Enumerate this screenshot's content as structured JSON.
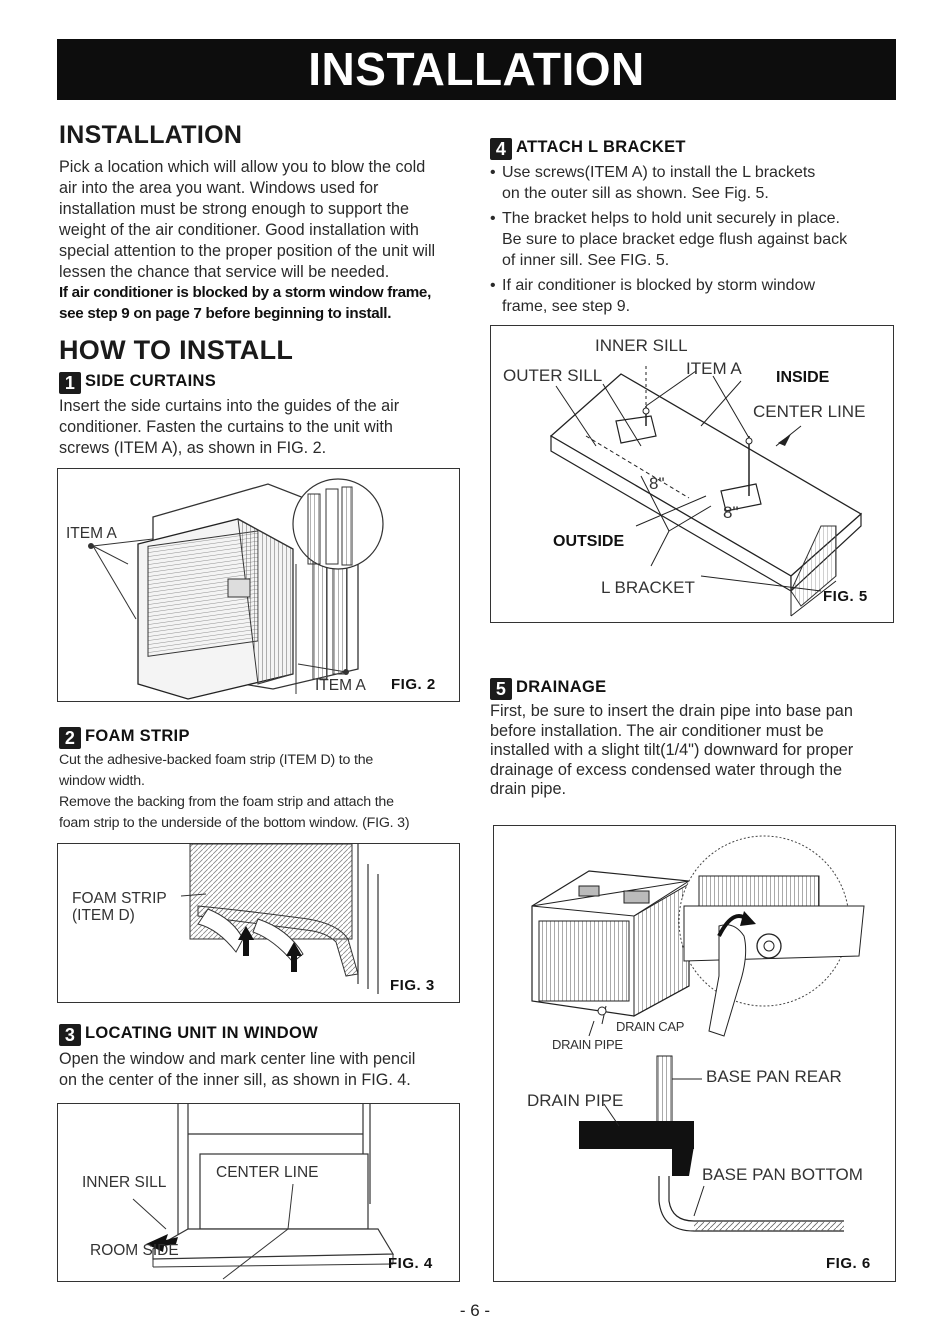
{
  "banner": {
    "title": "INSTALLATION"
  },
  "left": {
    "installation": {
      "heading": "INSTALLATION",
      "lines": [
        "Pick a location which will allow you to blow the cold",
        "air into the area you want. Windows used for",
        "installation must be strong enough to support the",
        "weight of the air conditioner. Good installation with",
        "special attention to the proper position of the unit will",
        "lessen the chance that service will be needed."
      ],
      "bold_lines": [
        "If air conditioner is blocked by a storm window frame,",
        "see step 9 on page 7 before beginning to install."
      ]
    },
    "how_to_install": {
      "heading": "HOW TO INSTALL"
    },
    "step1": {
      "number": "1",
      "title": "SIDE CURTAINS",
      "lines": [
        "Insert the side curtains into the guides of the air",
        "conditioner. Fasten the curtains to the unit with",
        "screws (ITEM A), as shown in FIG. 2."
      ]
    },
    "fig2": {
      "label_item_a_top": "ITEM A",
      "label_item_a_bottom": "ITEM A",
      "caption": "FIG. 2"
    },
    "step2": {
      "number": "2",
      "title": "FOAM STRIP",
      "lines": [
        "Cut the adhesive-backed foam strip (ITEM D) to the",
        "window width.",
        "Remove the backing from the foam strip and attach the",
        "foam strip to the underside of the bottom window. (FIG. 3)"
      ]
    },
    "fig3": {
      "label_line1": "FOAM STRIP",
      "label_line2": "(ITEM D)",
      "caption": "FIG. 3"
    },
    "step3": {
      "number": "3",
      "title": "LOCATING UNIT IN WINDOW",
      "lines": [
        "Open the window and mark center line with pencil",
        "on the center of the inner sill, as shown in FIG. 4."
      ]
    },
    "fig4": {
      "label_inner_sill": "INNER SILL",
      "label_center_line": "CENTER LINE",
      "label_room_side": "ROOM SIDE",
      "caption": "FIG. 4"
    }
  },
  "right": {
    "step4": {
      "number": "4",
      "title": "ATTACH L BRACKET",
      "bullets": [
        [
          "Use screws(ITEM A) to install the L brackets",
          "on the outer sill as shown. See Fig. 5."
        ],
        [
          "The bracket helps to hold unit securely in place.",
          "Be sure to place bracket edge flush against back",
          "of inner sill. See FIG. 5."
        ],
        [
          "If air conditioner is blocked by storm window",
          "frame, see step 9."
        ]
      ]
    },
    "fig5": {
      "inner_sill": "INNER SILL",
      "outer_sill": "OUTER SILL",
      "item_a": "ITEM A",
      "inside": "INSIDE",
      "center_line": "CENTER LINE",
      "dim1": "8\"",
      "dim2": "8\"",
      "outside": "OUTSIDE",
      "l_bracket": "L BRACKET",
      "caption": "FIG. 5"
    },
    "step5": {
      "number": "5",
      "title": "DRAINAGE",
      "lines": [
        "First, be sure to insert the drain pipe into base pan",
        "before installation. The air conditioner must be",
        "installed with a slight tilt(1/4\") downward for proper",
        "drainage of excess condensed water through the",
        "drain pipe."
      ]
    },
    "fig6": {
      "drain_cap": "DRAIN CAP",
      "drain_pipe_small": "DRAIN PIPE",
      "base_pan_rear": "BASE PAN REAR",
      "drain_pipe": "DRAIN PIPE",
      "base_pan_bottom": "BASE PAN BOTTOM",
      "caption": "FIG. 6"
    }
  },
  "footer": {
    "page_number": "- 6 -"
  }
}
